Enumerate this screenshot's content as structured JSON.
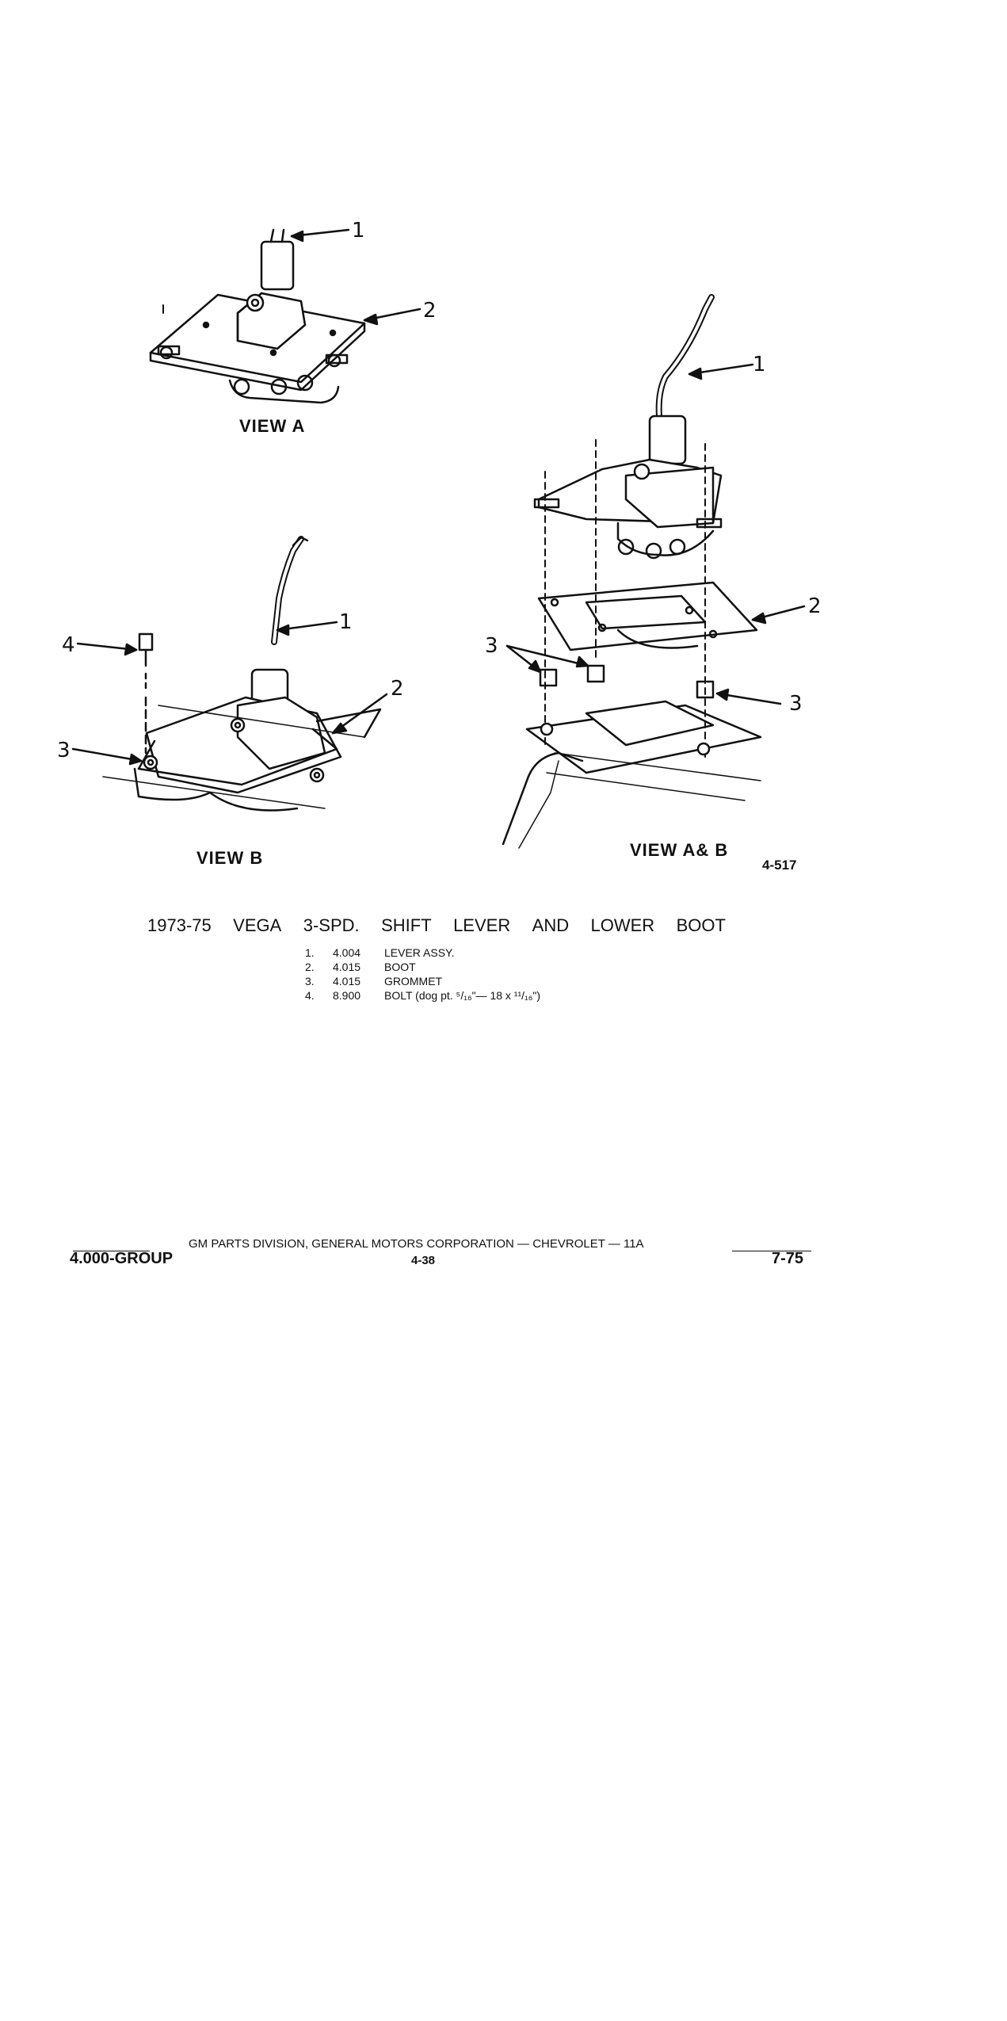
{
  "views": {
    "a": {
      "label": "VIEW A",
      "callouts": [
        "1",
        "2"
      ]
    },
    "b": {
      "label": "VIEW B",
      "callouts": [
        "4",
        "1",
        "2",
        "3"
      ]
    },
    "ab": {
      "label": "VIEW A& B",
      "callouts": [
        "1",
        "2",
        "3",
        "3"
      ]
    }
  },
  "figure_number": "4-517",
  "title_words": [
    "1973-75",
    "VEGA",
    "3-SPD.",
    "SHIFT",
    "LEVER",
    "AND",
    "LOWER",
    "BOOT"
  ],
  "parts": [
    {
      "num": "1.",
      "code": "4.004",
      "desc": "LEVER ASSY."
    },
    {
      "num": "2.",
      "code": "4.015",
      "desc": "BOOT"
    },
    {
      "num": "3.",
      "code": "4.015",
      "desc": "GROMMET"
    },
    {
      "num": "4.",
      "code": "8.900",
      "desc": "BOLT (dog pt. ⁵/₁₆\"— 18 x ¹¹/₁₆\")"
    }
  ],
  "footer": {
    "publisher": "GM PARTS DIVISION, GENERAL MOTORS CORPORATION — CHEVROLET — 11A",
    "group": "4.000-GROUP",
    "page": "4-38",
    "date": "7-75"
  }
}
